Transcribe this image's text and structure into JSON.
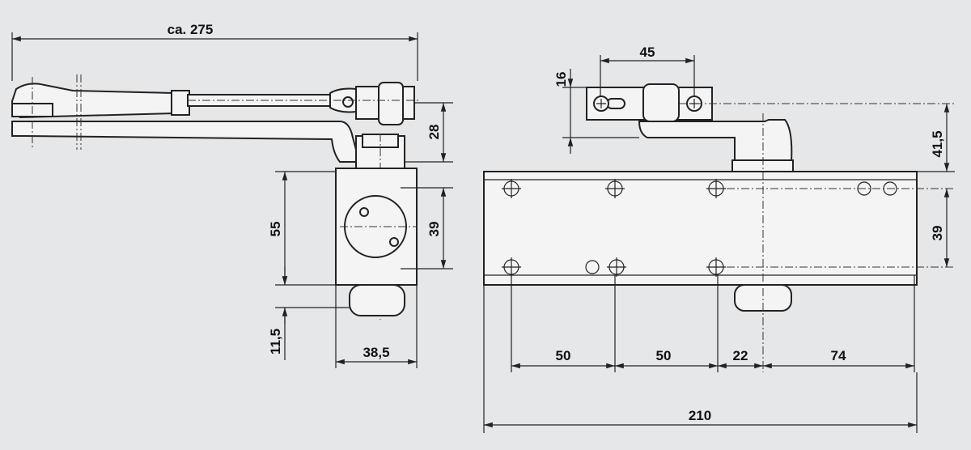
{
  "side_view": {
    "overall_length": "ca. 275",
    "arm_height": "28",
    "body_height": "55",
    "hole_spacing": "39",
    "bottom_offset": "11,5",
    "body_width": "38,5"
  },
  "front_view": {
    "bracket_width": "45",
    "bracket_offset": "16",
    "arm_height": "41,5",
    "hole_spacing": "39",
    "spacing_1": "50",
    "spacing_2": "50",
    "spacing_3": "22",
    "spacing_4": "74",
    "overall_length": "210"
  }
}
